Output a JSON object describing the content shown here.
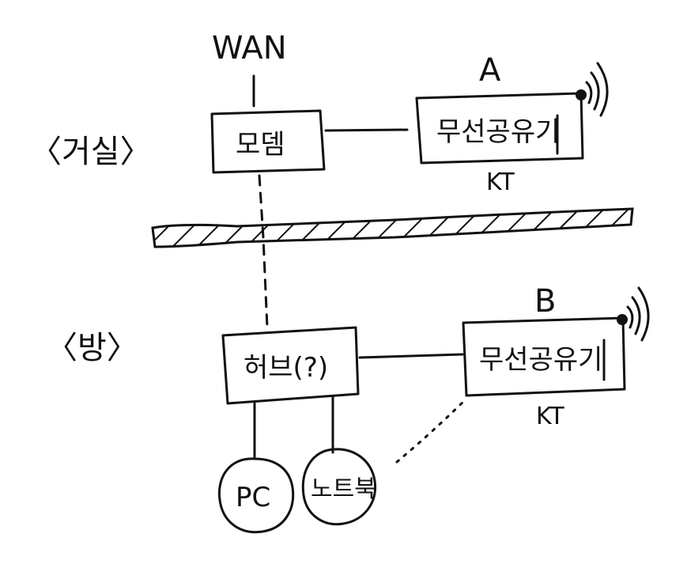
{
  "labels": {
    "wan": "WAN",
    "room_living": "〈거실〉",
    "room_bedroom": "〈방〉",
    "modem": "모뎀",
    "router_a_tag": "A",
    "router_a": "무선공유기",
    "router_a_isp": "KT",
    "router_b_tag": "B",
    "router_b": "무선공유기",
    "router_b_isp": "KT",
    "hub": "허브(?)",
    "pc": "PC",
    "laptop": "노트북"
  },
  "icons": {
    "router_a_antenna": "wifi-signal-icon",
    "router_b_antenna": "wifi-signal-icon"
  },
  "colors": {
    "ink": "#111111",
    "background": "#ffffff"
  }
}
